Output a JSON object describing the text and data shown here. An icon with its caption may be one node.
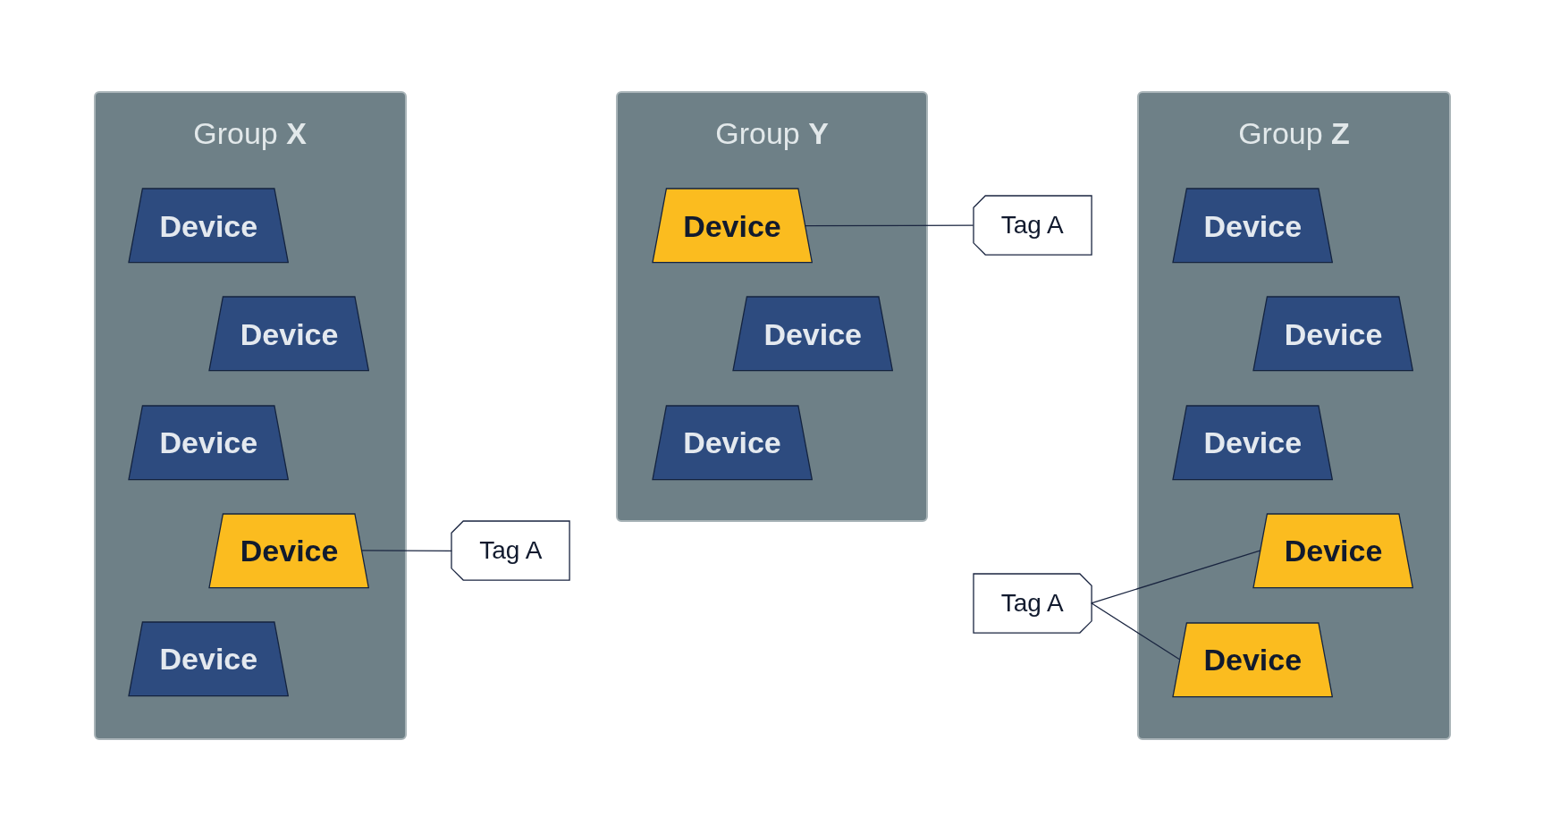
{
  "diagram": {
    "nodes": [
      {
        "text": [
          "Group **X**"
        ]
      },
      {
        "text": [
          "Device"
        ],
        "in": 0
      },
      {
        "text": [
          "Device"
        ],
        "in": 0
      },
      {
        "text": [
          "Device"
        ],
        "in": 0
      },
      {
        "text": [
          "Device"
        ],
        "in": 0
      },
      {
        "text": [
          "Device"
        ],
        "in": 0
      },
      {
        "text": [
          "Tag A"
        ]
      },
      {
        "text": [
          "Group **Y**"
        ]
      },
      {
        "text": [
          "Device"
        ],
        "in": 7
      },
      {
        "text": [
          "Device"
        ],
        "in": 7
      },
      {
        "text": [
          "Device"
        ],
        "in": 7
      },
      {
        "text": [
          "Tag A"
        ]
      },
      {
        "text": [
          "Group **Z**"
        ]
      },
      {
        "text": [
          "Device"
        ],
        "in": 12
      },
      {
        "text": [
          "Device"
        ],
        "in": 12
      },
      {
        "text": [
          "Device"
        ],
        "in": 12
      },
      {
        "text": [
          "Device"
        ],
        "in": 12
      },
      {
        "text": [
          "Device"
        ],
        "in": 12
      },
      {
        "text": [
          "Tag A"
        ]
      }
    ],
    "edges": [
      {
        "from": 4,
        "to": 6,
        "arrow": "none"
      },
      {
        "from": 8,
        "to": 11,
        "arrow": "none"
      },
      {
        "from": 18,
        "to": 16,
        "arrow": "none"
      },
      {
        "from": 18,
        "to": 17,
        "arrow": "none"
      }
    ]
  }
}
